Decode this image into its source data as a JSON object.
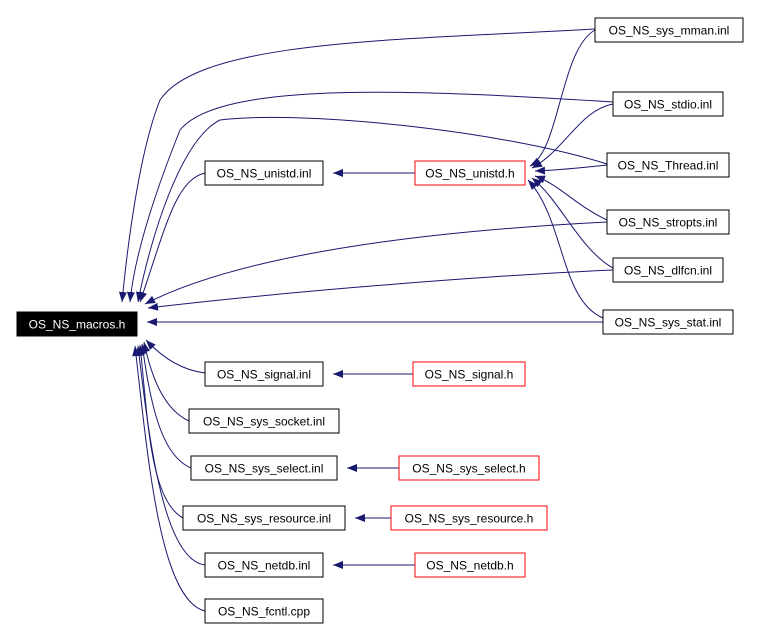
{
  "graph": {
    "root": {
      "label": "OS_NS_macros.h"
    },
    "nodes": [
      {
        "id": "n_mman",
        "label": "OS_NS_sys_mman.inl",
        "style": "normal"
      },
      {
        "id": "n_stdio",
        "label": "OS_NS_stdio.inl",
        "style": "normal"
      },
      {
        "id": "n_thread",
        "label": "OS_NS_Thread.inl",
        "style": "normal"
      },
      {
        "id": "n_unistdi",
        "label": "OS_NS_unistd.inl",
        "style": "normal"
      },
      {
        "id": "n_unistdh",
        "label": "OS_NS_unistd.h",
        "style": "red"
      },
      {
        "id": "n_stropts",
        "label": "OS_NS_stropts.inl",
        "style": "normal"
      },
      {
        "id": "n_dlfcn",
        "label": "OS_NS_dlfcn.inl",
        "style": "normal"
      },
      {
        "id": "n_stat",
        "label": "OS_NS_sys_stat.inl",
        "style": "normal"
      },
      {
        "id": "n_signali",
        "label": "OS_NS_signal.inl",
        "style": "normal"
      },
      {
        "id": "n_signalh",
        "label": "OS_NS_signal.h",
        "style": "red"
      },
      {
        "id": "n_socket",
        "label": "OS_NS_sys_socket.inl",
        "style": "normal"
      },
      {
        "id": "n_selecti",
        "label": "OS_NS_sys_select.inl",
        "style": "normal"
      },
      {
        "id": "n_selecth",
        "label": "OS_NS_sys_select.h",
        "style": "red"
      },
      {
        "id": "n_resi",
        "label": "OS_NS_sys_resource.inl",
        "style": "normal"
      },
      {
        "id": "n_resh",
        "label": "OS_NS_sys_resource.h",
        "style": "red"
      },
      {
        "id": "n_netdbi",
        "label": "OS_NS_netdb.inl",
        "style": "normal"
      },
      {
        "id": "n_netdbh",
        "label": "OS_NS_netdb.h",
        "style": "red"
      },
      {
        "id": "n_fcntl",
        "label": "OS_NS_fcntl.cpp",
        "style": "normal"
      }
    ],
    "edges": [
      {
        "from": "n_mman",
        "to": "root"
      },
      {
        "from": "n_stdio",
        "to": "root"
      },
      {
        "from": "n_thread",
        "to": "root"
      },
      {
        "from": "n_unistdi",
        "to": "root"
      },
      {
        "from": "n_stropts",
        "to": "root"
      },
      {
        "from": "n_dlfcn",
        "to": "root"
      },
      {
        "from": "n_stat",
        "to": "root"
      },
      {
        "from": "n_signali",
        "to": "root"
      },
      {
        "from": "n_socket",
        "to": "root"
      },
      {
        "from": "n_selecti",
        "to": "root"
      },
      {
        "from": "n_resi",
        "to": "root"
      },
      {
        "from": "n_netdbi",
        "to": "root"
      },
      {
        "from": "n_fcntl",
        "to": "root"
      },
      {
        "from": "n_unistdh",
        "to": "n_unistdi"
      },
      {
        "from": "n_mman",
        "to": "n_unistdh"
      },
      {
        "from": "n_stdio",
        "to": "n_unistdh"
      },
      {
        "from": "n_thread",
        "to": "n_unistdh"
      },
      {
        "from": "n_stropts",
        "to": "n_unistdh"
      },
      {
        "from": "n_dlfcn",
        "to": "n_unistdh"
      },
      {
        "from": "n_stat",
        "to": "n_unistdh"
      },
      {
        "from": "n_signalh",
        "to": "n_signali"
      },
      {
        "from": "n_selecth",
        "to": "n_selecti"
      },
      {
        "from": "n_resh",
        "to": "n_resi"
      },
      {
        "from": "n_netdbh",
        "to": "n_netdbi"
      }
    ],
    "colors": {
      "edge": "#191970",
      "node_border": "#000000",
      "red_border": "#ff0000",
      "root_fill": "#000000",
      "root_text": "#ffffff",
      "node_fill": "#ffffff",
      "node_text": "#000000"
    }
  }
}
